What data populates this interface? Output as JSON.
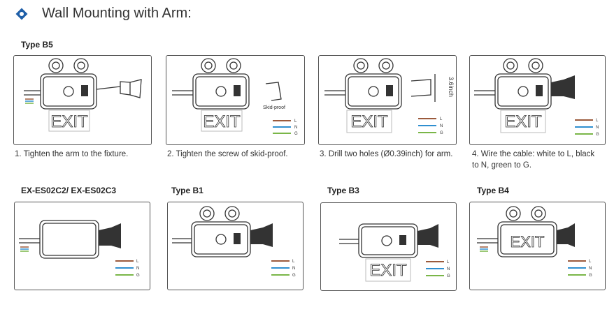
{
  "title": "Wall Mounting with Arm:",
  "row1": {
    "type_label": "Type B5",
    "steps": [
      "1. Tighten the arm to the fixture.",
      "2. Tighten the screw of skid-proof.",
      "3. Drill two holes (Ø0.39inch) for arm.",
      "4. Wire the cable: white to L, black to N, green to G."
    ]
  },
  "row2": {
    "labels": [
      "EX-ES02C2/ EX-ES02C3",
      "Type B1",
      "Type B3",
      "Type B4"
    ]
  },
  "figure": {
    "exit_sign": "EXIT",
    "skid_proof": "Skid-proof",
    "dimension": "3.6inch",
    "wires": {
      "l": "L",
      "n": "N",
      "g": "G"
    }
  },
  "colors": {
    "accent": "#1f5fa8",
    "wire_l": "#9b5a3c",
    "wire_n": "#2f8fd0",
    "wire_g": "#7ab648"
  }
}
